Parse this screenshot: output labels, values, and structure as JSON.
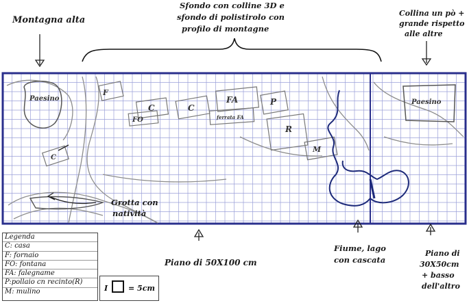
{
  "labels": {
    "montagna_alta": "Montagna alta",
    "sfondo": [
      "Sfondo con colline 3D e",
      "sfondo di polistirolo con",
      "profilo di montagne"
    ],
    "collina": [
      "Collina un pò +",
      "grande rispetto",
      "alle altre"
    ],
    "grotta": [
      "Grotta con",
      "natività"
    ],
    "piano_grande": "Piano di 50X100 cm",
    "fiume": [
      "Fiume, lago",
      "con cascata"
    ],
    "piano_piccolo": [
      "Piano di",
      "30X50cm",
      "+ basso",
      "dell'altro"
    ]
  },
  "map_marks": {
    "paesino_left": "Paesino",
    "paesino_right": "Paesino",
    "f": "F",
    "c1": "C",
    "c2": "C",
    "c3": "C",
    "fo": "FO",
    "fa": "FA",
    "ferrata": "ferrata FA",
    "p": "P",
    "r": "R",
    "m": "M"
  },
  "legend": {
    "title": "Legenda",
    "items": [
      "C: casa",
      "F: fornaio",
      "FO: fontana",
      "FA: falegname",
      "P:pollaio cn recinto(R)",
      "M: mulino"
    ]
  },
  "scale": {
    "symbol": "I",
    "text": "= 5cm"
  },
  "colors": {
    "border": "#2a2f8c",
    "grid": "#9a9fd8",
    "river": "#1d2a7a",
    "ink": "#1a1a1a"
  }
}
